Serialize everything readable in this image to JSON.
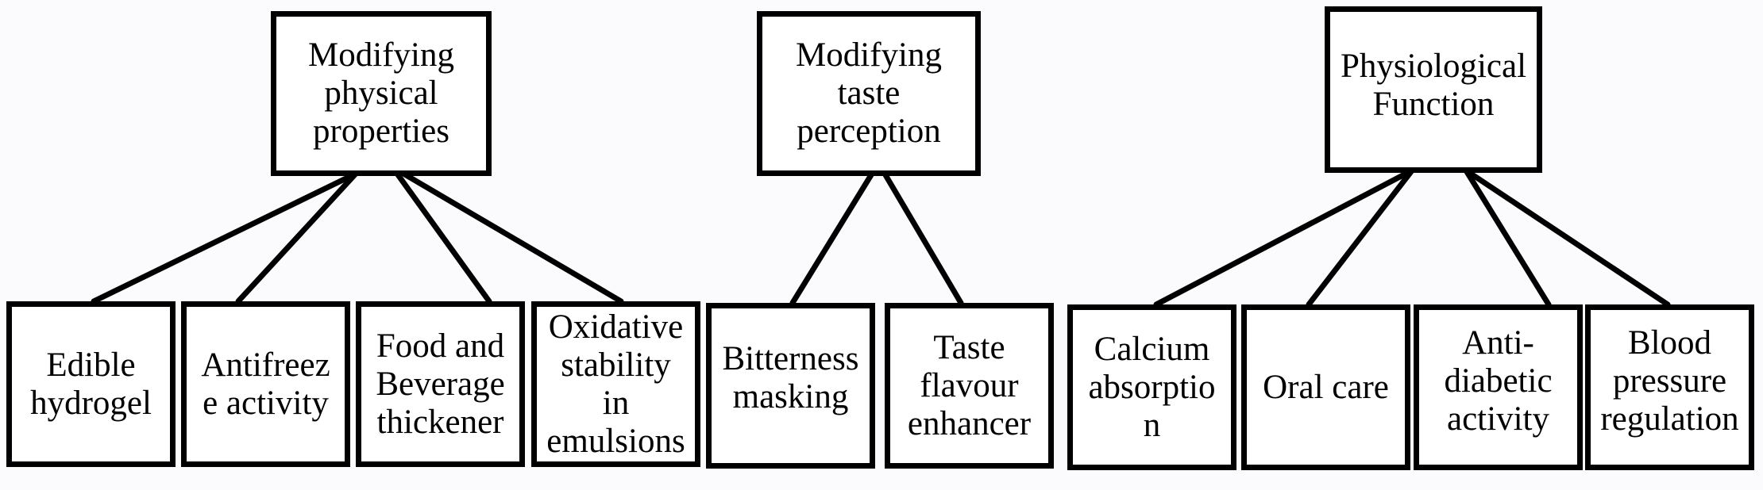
{
  "groups": [
    {
      "parent": "Modifying\nphysical\nproperties",
      "children": [
        "Edible\nhydrogel",
        "Antifreez\ne activity",
        "Food and\nBeverage\nthickener",
        "Oxidative\nstability\nin\nemulsions"
      ]
    },
    {
      "parent": "Modifying\ntaste\nperception",
      "children": [
        "Bitterness\nmasking",
        "Taste\nflavour\nenhancer"
      ]
    },
    {
      "parent": "Physiological\nFunction",
      "children": [
        "Calcium\nabsorptio\nn",
        "Oral care",
        "Anti-\ndiabetic\nactivity",
        "Blood\npressure\nregulation"
      ]
    }
  ]
}
